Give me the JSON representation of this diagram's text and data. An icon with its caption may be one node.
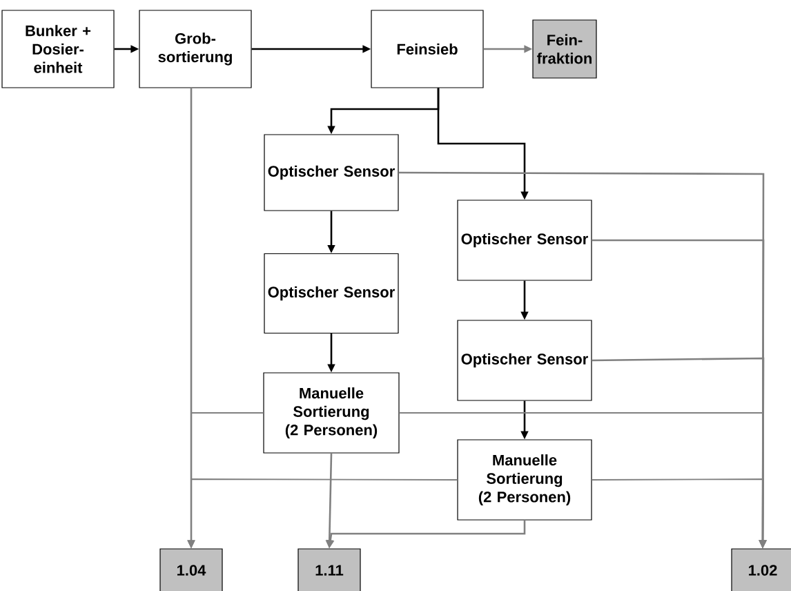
{
  "diagram": {
    "nodes": [
      {
        "text": [
          "Bunker + Dosier- einheit"
        ]
      },
      {
        "text": [
          "Grob- sortierung"
        ]
      },
      {
        "text": [
          "Feinsieb"
        ]
      },
      {
        "text": [
          "Fein- fraktion"
        ]
      },
      {
        "text": [
          "Optischer Sensor"
        ]
      },
      {
        "text": [
          "Optischer Sensor"
        ]
      },
      {
        "text": [
          "Optischer Sensor"
        ]
      },
      {
        "text": [
          "Optischer Sensor"
        ]
      },
      {
        "text": [
          "Manuelle Sortierung (2 Personen)"
        ]
      },
      {
        "text": [
          "Manuelle Sortierung (2 Personen)"
        ]
      },
      {
        "text": [
          "1.04"
        ]
      },
      {
        "text": [
          "1.11"
        ]
      },
      {
        "text": [
          "1.02"
        ]
      }
    ],
    "edges": [
      {
        "from": 0,
        "to": 1,
        "arrow": "to",
        "color": "#000000"
      },
      {
        "from": 1,
        "to": 2,
        "arrow": "to",
        "color": "#000000"
      },
      {
        "from": 2,
        "to": 3,
        "arrow": "to",
        "color": "#808080"
      },
      {
        "from": 2,
        "to": 4,
        "arrow": "to",
        "color": "#000000"
      },
      {
        "from": 2,
        "to": 5,
        "arrow": "to",
        "color": "#000000"
      },
      {
        "from": 4,
        "to": 6,
        "arrow": "to",
        "color": "#000000"
      },
      {
        "from": 6,
        "to": 8,
        "arrow": "to",
        "color": "#000000"
      },
      {
        "from": 5,
        "to": 7,
        "arrow": "to",
        "color": "#000000"
      },
      {
        "from": 7,
        "to": 9,
        "arrow": "to",
        "color": "#000000"
      },
      {
        "from": 1,
        "to": 10,
        "arrow": "to",
        "color": "#808080"
      },
      {
        "from": 8,
        "to": 10,
        "arrow": "to",
        "color": "#808080"
      },
      {
        "from": 8,
        "to": 12,
        "arrow": "to",
        "color": "#808080"
      },
      {
        "from": 9,
        "to": 10,
        "arrow": "to",
        "color": "#808080"
      },
      {
        "from": 9,
        "to": 12,
        "arrow": "to",
        "color": "#808080"
      },
      {
        "from": 8,
        "to": 11,
        "arrow": "to",
        "color": "#808080"
      },
      {
        "from": 9,
        "to": 11,
        "arrow": "to",
        "color": "#808080"
      },
      {
        "from": 4,
        "to": 12,
        "arrow": "to",
        "color": "#808080"
      },
      {
        "from": 5,
        "to": 12,
        "arrow": "to",
        "color": "#808080"
      },
      {
        "from": 7,
        "to": 12,
        "arrow": "to",
        "color": "#808080"
      }
    ]
  }
}
